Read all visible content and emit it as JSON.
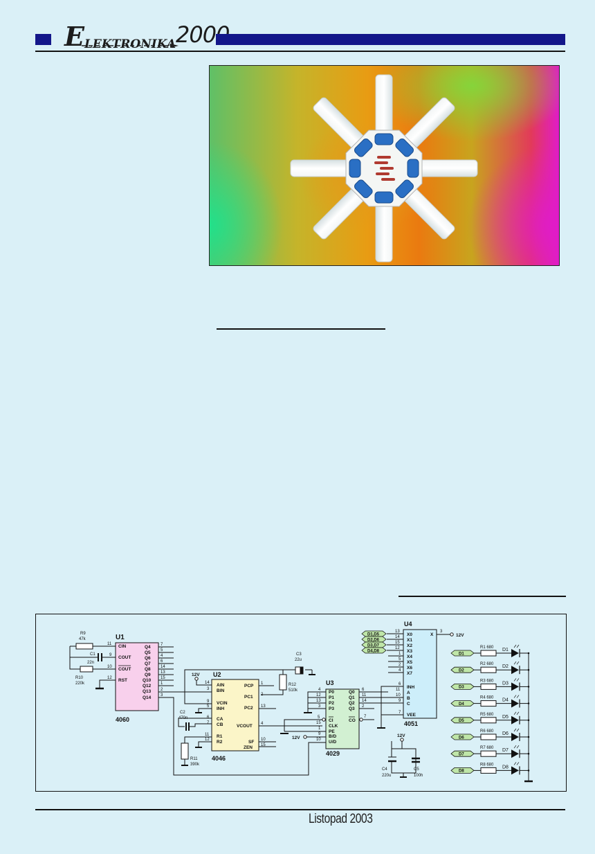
{
  "header": {
    "logo_initial": "E",
    "logo_text": "LEKTRONIKA",
    "logo_year": "2000",
    "accent_color": "#13178a"
  },
  "photo": {
    "description": "Circular LED light device with eight translucent white arms radiating from octagonal PCB hub with blue capacitors, on multicolor gradient background",
    "arm_count": 8
  },
  "schematic": {
    "chips": [
      {
        "ref": "U1",
        "part": "4060",
        "fill": "#f8d0ec",
        "left_pins": [
          {
            "num": "11",
            "name": "CIN"
          },
          {
            "num": "9",
            "name": "COUT"
          },
          {
            "num": "10",
            "name": "COUT̅"
          },
          {
            "num": "12",
            "name": "RST"
          }
        ],
        "right_pins": [
          {
            "num": "7",
            "name": "Q4"
          },
          {
            "num": "5",
            "name": "Q5"
          },
          {
            "num": "4",
            "name": "Q6"
          },
          {
            "num": "6",
            "name": "Q7"
          },
          {
            "num": "14",
            "name": "Q8"
          },
          {
            "num": "13",
            "name": "Q9"
          },
          {
            "num": "15",
            "name": "Q10"
          },
          {
            "num": "1",
            "name": "Q12"
          },
          {
            "num": "2",
            "name": "Q13"
          },
          {
            "num": "3",
            "name": "Q14"
          }
        ]
      },
      {
        "ref": "U2",
        "part": "4046",
        "fill": "#fbf5c8",
        "left_pins": [
          {
            "num": "14",
            "name": "AIN"
          },
          {
            "num": "3",
            "name": "BIN"
          },
          {
            "num": "9",
            "name": "VCIN"
          },
          {
            "num": "5",
            "name": "INH"
          },
          {
            "num": "6",
            "name": "CA"
          },
          {
            "num": "7",
            "name": "CB"
          },
          {
            "num": "11",
            "name": "R1"
          },
          {
            "num": "12",
            "name": "R2"
          }
        ],
        "right_pins": [
          {
            "num": "1",
            "name": "PCP"
          },
          {
            "num": "2",
            "name": "PC1"
          },
          {
            "num": "13",
            "name": "PC2"
          },
          {
            "num": "4",
            "name": "VCOUT"
          },
          {
            "num": "10",
            "name": "SF"
          },
          {
            "num": "15",
            "name": "ZEN"
          }
        ]
      },
      {
        "ref": "U3",
        "part": "4029",
        "fill": "#d2f0d2",
        "left_pins": [
          {
            "num": "4",
            "name": "P0"
          },
          {
            "num": "12",
            "name": "P1"
          },
          {
            "num": "13",
            "name": "P2"
          },
          {
            "num": "3",
            "name": "P3"
          },
          {
            "num": "5",
            "name": "CI"
          },
          {
            "num": "15",
            "name": "CLK"
          },
          {
            "num": "1",
            "name": "PE"
          },
          {
            "num": "9",
            "name": "B/D"
          },
          {
            "num": "10",
            "name": "U/D"
          }
        ],
        "right_pins": [
          {
            "num": "6",
            "name": "Q0"
          },
          {
            "num": "11",
            "name": "Q1"
          },
          {
            "num": "14",
            "name": "Q2"
          },
          {
            "num": "2",
            "name": "Q3"
          },
          {
            "num": "7",
            "name": "CO"
          }
        ]
      },
      {
        "ref": "U4",
        "part": "4051",
        "fill": "#cdeefa",
        "left_pins": [
          {
            "num": "13",
            "name": "X0"
          },
          {
            "num": "14",
            "name": "X1"
          },
          {
            "num": "15",
            "name": "X2"
          },
          {
            "num": "12",
            "name": "X3"
          },
          {
            "num": "1",
            "name": "X4"
          },
          {
            "num": "5",
            "name": "X5"
          },
          {
            "num": "2",
            "name": "X6"
          },
          {
            "num": "4",
            "name": "X7"
          },
          {
            "num": "6",
            "name": "INH"
          },
          {
            "num": "11",
            "name": "A"
          },
          {
            "num": "10",
            "name": "B"
          },
          {
            "num": "9",
            "name": "C"
          },
          {
            "num": "7",
            "name": "VEE"
          }
        ],
        "right_pins": [
          {
            "num": "3",
            "name": "X"
          }
        ]
      }
    ],
    "passives": [
      {
        "ref": "R9",
        "value": "47k"
      },
      {
        "ref": "C1",
        "value": "22n"
      },
      {
        "ref": "R10",
        "value": "220k"
      },
      {
        "ref": "C2",
        "value": "470n"
      },
      {
        "ref": "R11",
        "value": "390k"
      },
      {
        "ref": "C3",
        "value": "22u"
      },
      {
        "ref": "R12",
        "value": "510k"
      },
      {
        "ref": "C4",
        "value": "220u"
      },
      {
        "ref": "C5",
        "value": "100h"
      }
    ],
    "supply_label": "12V",
    "mux_tags": [
      "D1,D5",
      "D2,D6",
      "D3,D7",
      "D4,D8"
    ],
    "led_rows": [
      {
        "tag": "D1",
        "resistor": "R1 680",
        "led": "D1"
      },
      {
        "tag": "D2",
        "resistor": "R2 680",
        "led": "D2"
      },
      {
        "tag": "D3",
        "resistor": "R3 680",
        "led": "D3"
      },
      {
        "tag": "D4",
        "resistor": "R4 680",
        "led": "D4"
      },
      {
        "tag": "D5",
        "resistor": "R5 680",
        "led": "D5"
      },
      {
        "tag": "D6",
        "resistor": "R6 680",
        "led": "D6"
      },
      {
        "tag": "D7",
        "resistor": "R7 680",
        "led": "D7"
      },
      {
        "tag": "D8",
        "resistor": "R8 680",
        "led": "D8"
      }
    ],
    "tag_fill": "#bfe6a8"
  },
  "footer": {
    "issue": "Listopad 2003"
  }
}
